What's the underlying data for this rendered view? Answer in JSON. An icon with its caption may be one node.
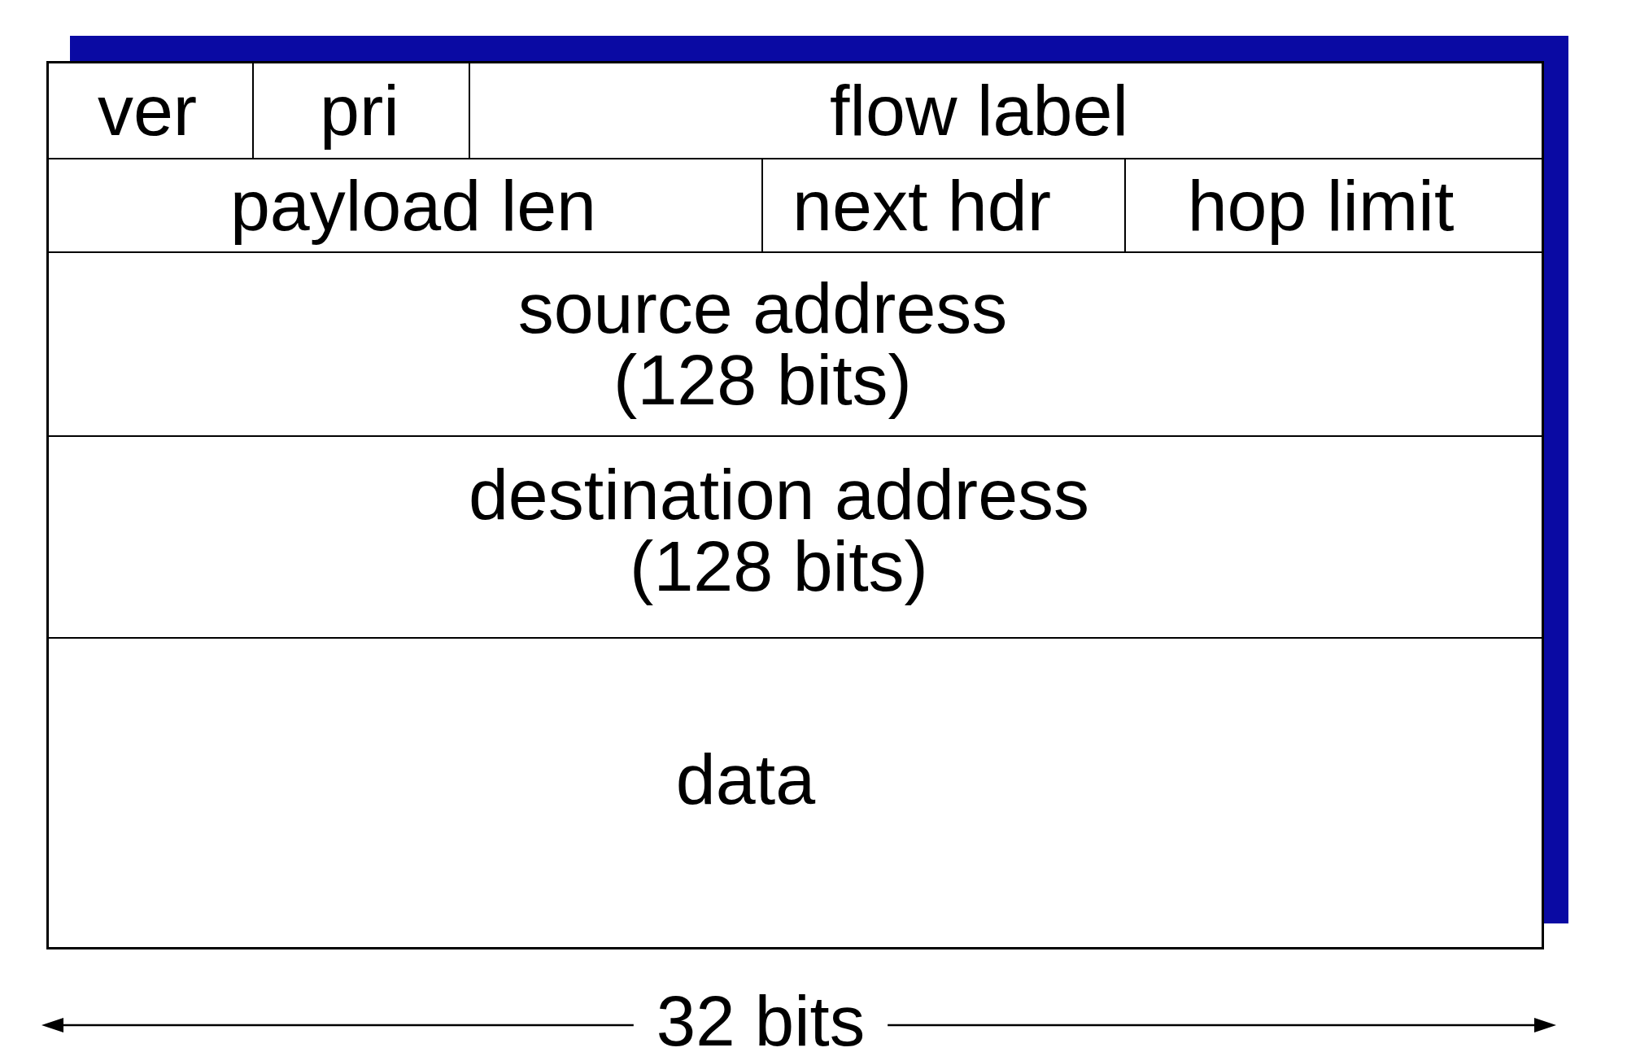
{
  "diagram": {
    "nodes": [
      {
        "text": [
          "ver"
        ]
      },
      {
        "text": [
          "pri"
        ]
      },
      {
        "text": [
          "flow label"
        ]
      },
      {
        "text": [
          "payload len"
        ]
      },
      {
        "text": [
          "next hdr"
        ]
      },
      {
        "text": [
          "hop limit"
        ]
      },
      {
        "text": [
          "source address (128 bits)"
        ]
      },
      {
        "text": [
          "destination address (128 bits)"
        ]
      },
      {
        "text": [
          "data"
        ]
      }
    ],
    "labels": [
      "32 bits"
    ]
  }
}
